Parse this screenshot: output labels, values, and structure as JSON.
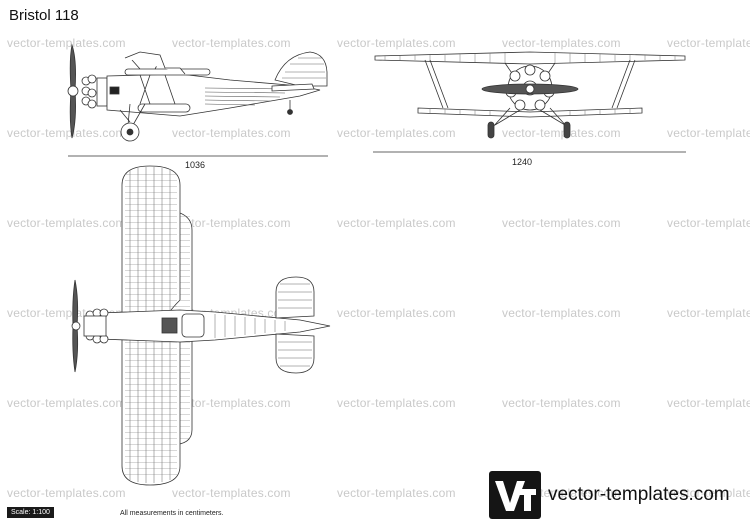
{
  "title": "Bristol 118",
  "watermark": "vector-templates.com",
  "dimensions": {
    "length": "1036",
    "wingspan": "1240"
  },
  "footer": {
    "scale": "Scale: 1:100",
    "note": "All measurements in centimeters."
  },
  "brand": {
    "logo_text": "Vt",
    "site": "vector-templates.com"
  },
  "colors": {
    "line": "#333333",
    "watermark": "#c9c9c9",
    "logo_bg": "#151515"
  },
  "views": [
    "side-view",
    "front-view",
    "top-view"
  ]
}
